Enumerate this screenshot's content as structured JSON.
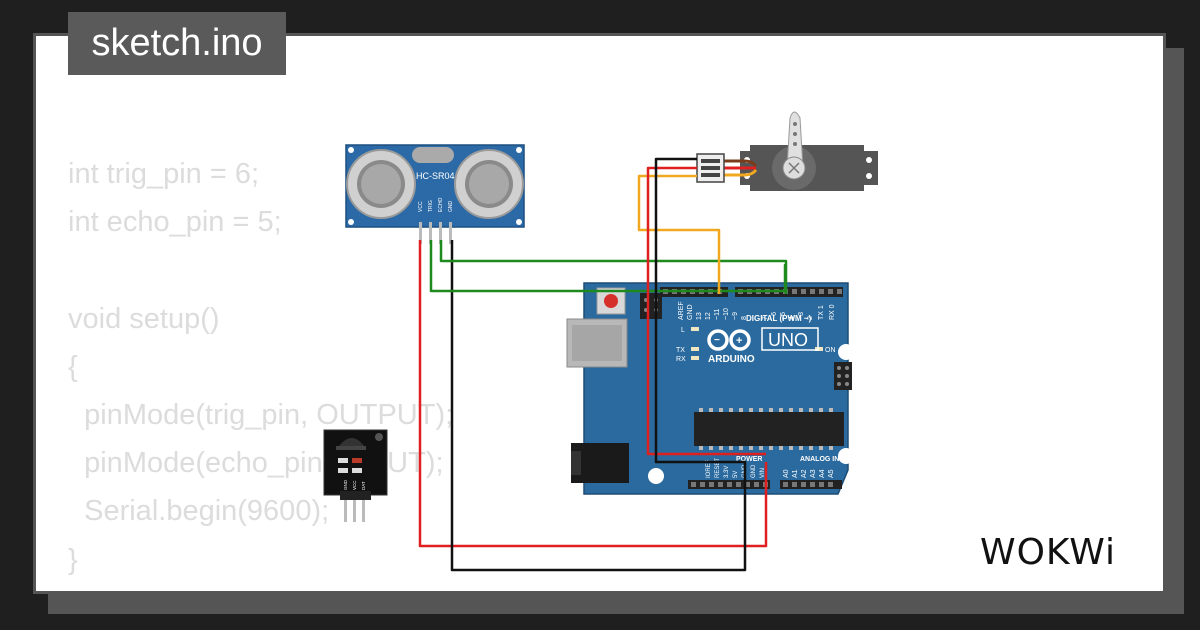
{
  "file_tab": {
    "title": "sketch.ino"
  },
  "code_lines": [
    "int trig_pin = 6;",
    "int echo_pin = 5;",
    "",
    "void setup()",
    "{",
    "  pinMode(trig_pin, OUTPUT);",
    "  pinMode(echo_pin, INPUT);",
    "  Serial.begin(9600);",
    "}"
  ],
  "brand": {
    "logo_text": "WOKWi"
  },
  "parts": {
    "ultrasonic": {
      "name": "HC-SR04",
      "pins": [
        "VCC",
        "TRIG",
        "ECHO",
        "GND"
      ]
    },
    "arduino": {
      "model": "UNO",
      "brand": "ARDUINO",
      "digital_header": "DIGITAL (PWM ~)",
      "analog_header": "ANALOG IN",
      "power_header": "POWER",
      "on_label": "ON",
      "led_labels": {
        "l": "L",
        "tx": "TX",
        "rx": "RX"
      },
      "digital_pins": [
        "AREF",
        "GND",
        "13",
        "12",
        "~11",
        "~10",
        "~9",
        "8",
        "7",
        "~6",
        "~5",
        "4",
        "~3",
        "2",
        "TX 1",
        "RX 0"
      ],
      "power_pins": [
        "IOREF",
        "RESET",
        "3.3V",
        "5V",
        "GND",
        "GND",
        "VIN"
      ],
      "analog_pins": [
        "A0",
        "A1",
        "A2",
        "A3",
        "A4",
        "A5"
      ]
    },
    "ir_receiver": {
      "pins": [
        "GND",
        "VCC",
        "DAT"
      ]
    }
  },
  "colors": {
    "board": "#2a6a9e",
    "sensor": "#2b6aa6",
    "wire_red": "#e02020",
    "wire_black": "#111111",
    "wire_green": "#1e8a1e",
    "wire_orange": "#f0a820"
  }
}
